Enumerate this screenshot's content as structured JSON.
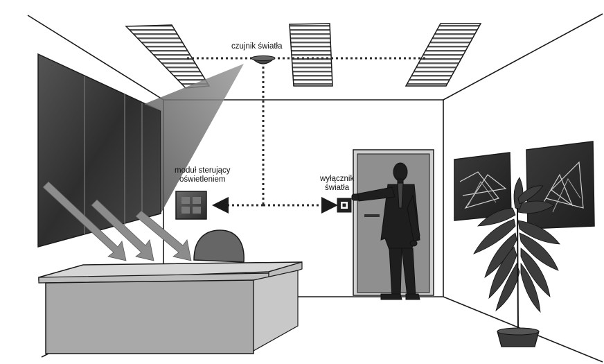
{
  "labels": {
    "light_sensor": "czujnik światła",
    "control_module": [
      "moduł sterujący",
      "oświetleniem"
    ],
    "light_switch": [
      "wyłącznik",
      "światła"
    ]
  },
  "colors": {
    "line": "#1a1a1a",
    "window_dark": "#3a3a3a",
    "desk_gray": "#a9a9a9",
    "arrow_gray": "#8c8c8c",
    "door_gray": "#8f8f8f",
    "painting_dark": "#2c2c2c"
  }
}
